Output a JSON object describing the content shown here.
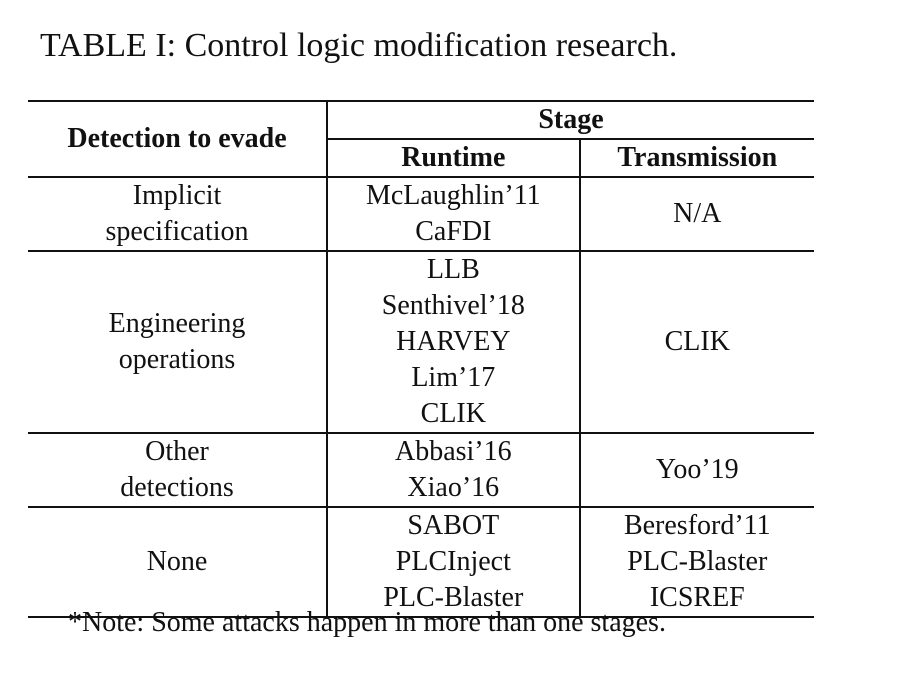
{
  "caption": "TABLE I: Control logic modification research.",
  "header": {
    "detection": "Detection to evade",
    "stage": "Stage",
    "runtime": "Runtime",
    "transmission": "Transmission"
  },
  "rows": [
    {
      "detection": [
        "Implicit",
        "specification"
      ],
      "runtime": [
        "McLaughlin’11",
        "CaFDI"
      ],
      "transmission": [
        "N/A"
      ]
    },
    {
      "detection": [
        "Engineering",
        "operations"
      ],
      "runtime": [
        "LLB",
        "Senthivel’18",
        "HARVEY",
        "Lim’17",
        "CLIK"
      ],
      "transmission": [
        "CLIK"
      ]
    },
    {
      "detection": [
        "Other",
        "detections"
      ],
      "runtime": [
        "Abbasi’16",
        "Xiao’16"
      ],
      "transmission": [
        "Yoo’19"
      ]
    },
    {
      "detection": [
        "None"
      ],
      "runtime": [
        "SABOT",
        "PLCInject",
        "PLC-Blaster"
      ],
      "transmission": [
        "Beresford’11",
        "PLC-Blaster",
        "ICSREF"
      ]
    }
  ],
  "note": "*Note: Some attacks happen in more than one stages."
}
